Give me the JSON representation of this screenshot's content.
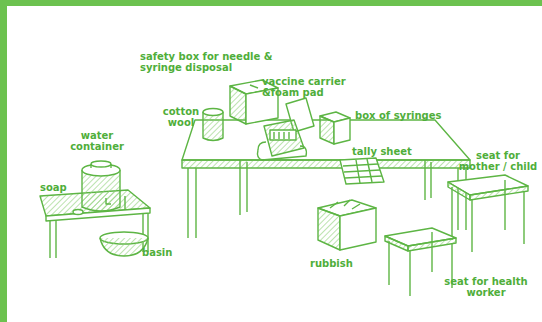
{
  "diagram": {
    "labels": [
      "safety box for needle & syringe disposal",
      "vaccine carrier &foam pad",
      "cotton wool",
      "box of syringes",
      "water container",
      "tally sheet",
      "seat for mother / child",
      "soap",
      "basin",
      "rubbish",
      "seat for health worker"
    ]
  }
}
